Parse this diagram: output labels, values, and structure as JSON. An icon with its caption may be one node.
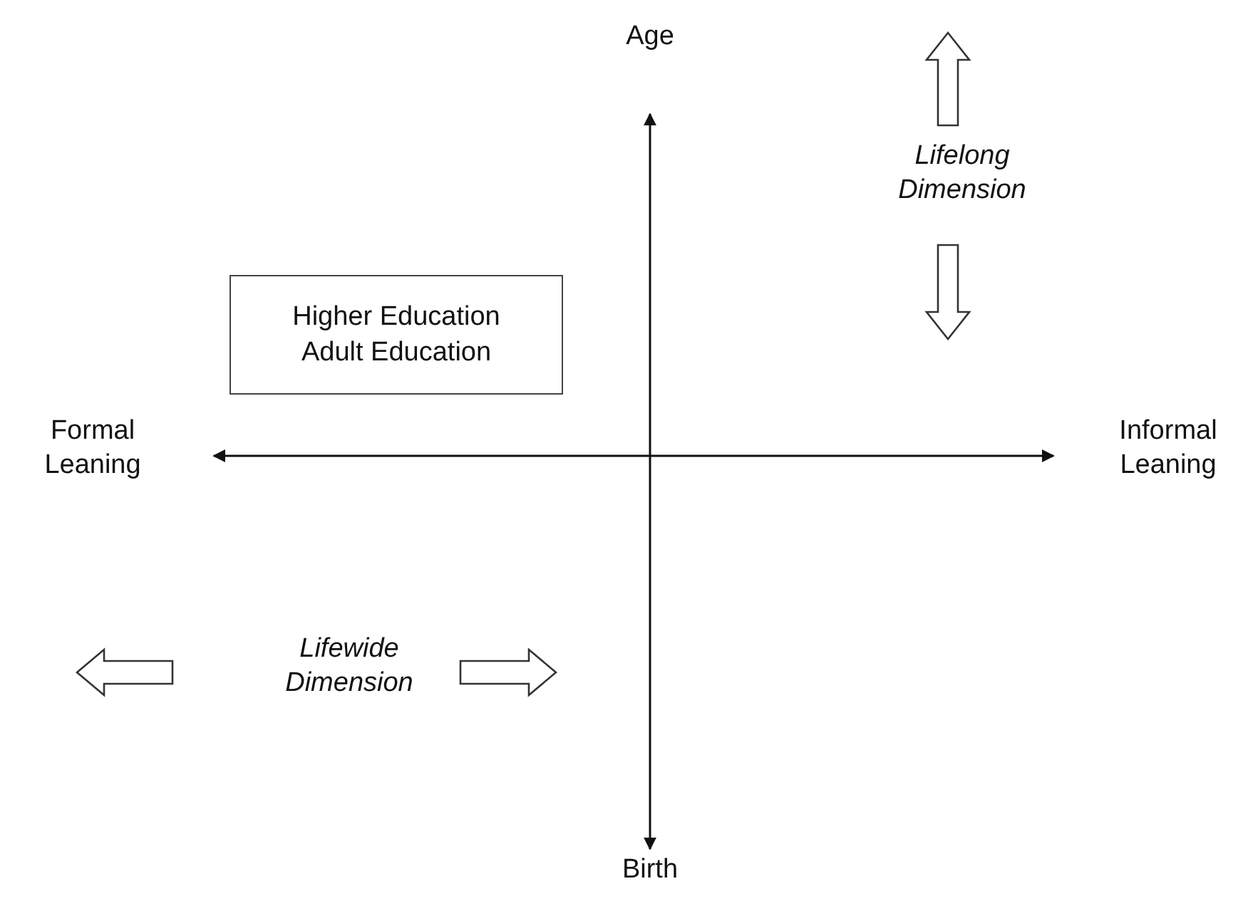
{
  "diagram": {
    "nodes": [
      {
        "text": [
          "Higher Education",
          "Adult Education"
        ]
      }
    ],
    "edges": [],
    "labels": [
      "Age",
      "Lifelong Dimension",
      "Formal Leaning",
      "Informal Leaning",
      "Lifewide Dimension",
      "Birth"
    ]
  }
}
